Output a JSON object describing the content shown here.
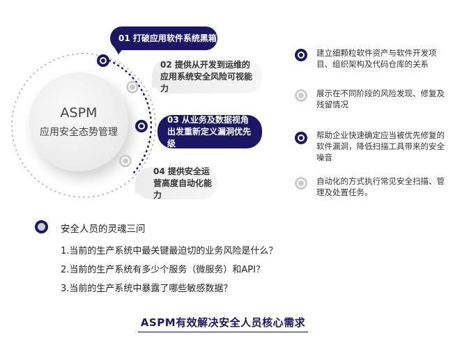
{
  "center": {
    "title": "ASPM",
    "subtitle": "应用安全态势管理"
  },
  "bubbles": [
    {
      "text": "01 打破应用软件系统黑箱",
      "style": "navy"
    },
    {
      "text": "02 提供从开发到运维的应用系统安全风险可视能力",
      "style": "gray"
    },
    {
      "text": "03 从业务及数据视角出发重新定义漏洞优先级",
      "style": "navy"
    },
    {
      "text": "04 提供安全运营高度自动化能力",
      "style": "gray"
    }
  ],
  "right_items": [
    {
      "text": "建立细颗粒软件资产与软件开发项目、组织架构及代码仓库的关系"
    },
    {
      "text": "展示在不同阶段的风险发现、修复及残留情况"
    },
    {
      "text": "帮助企业快速确定应当被优先修复的软件漏洞，降低扫描工具带来的安全噪音"
    },
    {
      "text": "自动化的方式执行常见安全扫描、管理及处置任务。"
    }
  ],
  "questions": {
    "heading": "安全人员的灵魂三问",
    "items": [
      "1.当前的生产系统中最关键最迫切的业务风险是什么？",
      "2.当前的生产系统有多少个服务（微服务）和API？",
      "3.当前的生产系统中暴露了哪些敏感数据？"
    ]
  },
  "footer": "ASPM有效解决安全人员核心需求",
  "colors": {
    "navy": "#1b1764",
    "gray": "#cccccc"
  }
}
